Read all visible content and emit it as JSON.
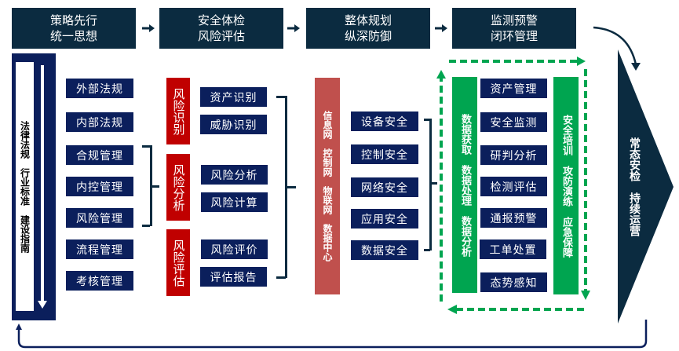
{
  "stages": [
    {
      "line1": "策略先行",
      "line2": "统一思想"
    },
    {
      "line1": "安全体检",
      "line2": "风险评估"
    },
    {
      "line1": "整体规划",
      "line2": "纵深防御"
    },
    {
      "line1": "监测预警",
      "line2": "闭环管理"
    }
  ],
  "left_column": {
    "vertical_label": "法律法规　行业标准　建设指南",
    "items": [
      "外部法规",
      "内部法规",
      "合规管理",
      "内控管理",
      "风险管理",
      "流程管理",
      "考核管理"
    ]
  },
  "risk_column": {
    "groups": [
      {
        "label": "风险识别",
        "items": [
          "资产识别",
          "威胁识别"
        ]
      },
      {
        "label": "风险分析",
        "items": [
          "风险分析",
          "风险计算"
        ]
      },
      {
        "label": "风险评估",
        "items": [
          "风险评价",
          "评估报告"
        ]
      }
    ]
  },
  "network_column": {
    "vertical_label": "信息网　控制网　物联网　数据中心",
    "items": [
      "设备安全",
      "控制安全",
      "网络安全",
      "应用安全",
      "数据安全"
    ]
  },
  "monitor_column": {
    "left_label": "数据获取　数据处理　数据分析",
    "right_label": "安全培训　攻防演练　应急保障",
    "items": [
      "资产管理",
      "安全监测",
      "研判分析",
      "检测评估",
      "通报预警",
      "工单处置",
      "态势感知"
    ]
  },
  "final": {
    "label": "常态安检　持续运营"
  },
  "colors": {
    "stage_bg": "#0b2b40",
    "tag_bg": "#0b1f5c",
    "red": "#c00000",
    "red_light": "#c0504d",
    "green": "#00a550"
  }
}
